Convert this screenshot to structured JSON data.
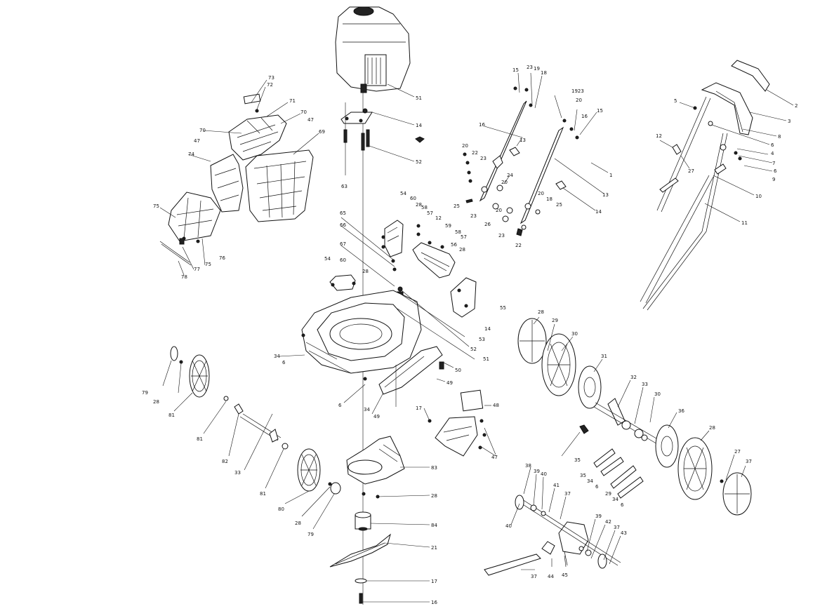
{
  "diagram": {
    "callouts": [
      "51",
      "14",
      "52",
      "63",
      "73",
      "72",
      "71",
      "70",
      "47",
      "70",
      "47",
      "69",
      "74",
      "75",
      "75",
      "76",
      "77",
      "78",
      "65",
      "66",
      "67",
      "54",
      "60",
      "28",
      "54",
      "60",
      "28",
      "58",
      "57",
      "12",
      "59",
      "58",
      "57",
      "56",
      "28",
      "55",
      "14",
      "53",
      "52",
      "51",
      "50",
      "49",
      "49",
      "34",
      "6",
      "34",
      "6",
      "79",
      "28",
      "81",
      "81",
      "82",
      "33",
      "81",
      "80",
      "28",
      "79",
      "17",
      "48",
      "47",
      "83",
      "28",
      "84",
      "21",
      "17",
      "16",
      "15",
      "23",
      "19",
      "18",
      "16",
      "13",
      "20",
      "22",
      "23",
      "20",
      "24",
      "25",
      "23",
      "26",
      "20",
      "23",
      "20",
      "25",
      "22",
      "18",
      "1923",
      "20",
      "15",
      "16",
      "13",
      "14",
      "1",
      "2",
      "3",
      "8",
      "5",
      "4",
      "6",
      "7",
      "6",
      "9",
      "10",
      "11",
      "12",
      "27",
      "28",
      "29",
      "30",
      "31",
      "32",
      "33",
      "30",
      "36",
      "35",
      "34",
      "6",
      "35",
      "34",
      "6",
      "29",
      "28",
      "27",
      "37",
      "38",
      "39",
      "40",
      "41",
      "37",
      "40",
      "39",
      "42",
      "37",
      "43",
      "45",
      "44",
      "37"
    ]
  }
}
